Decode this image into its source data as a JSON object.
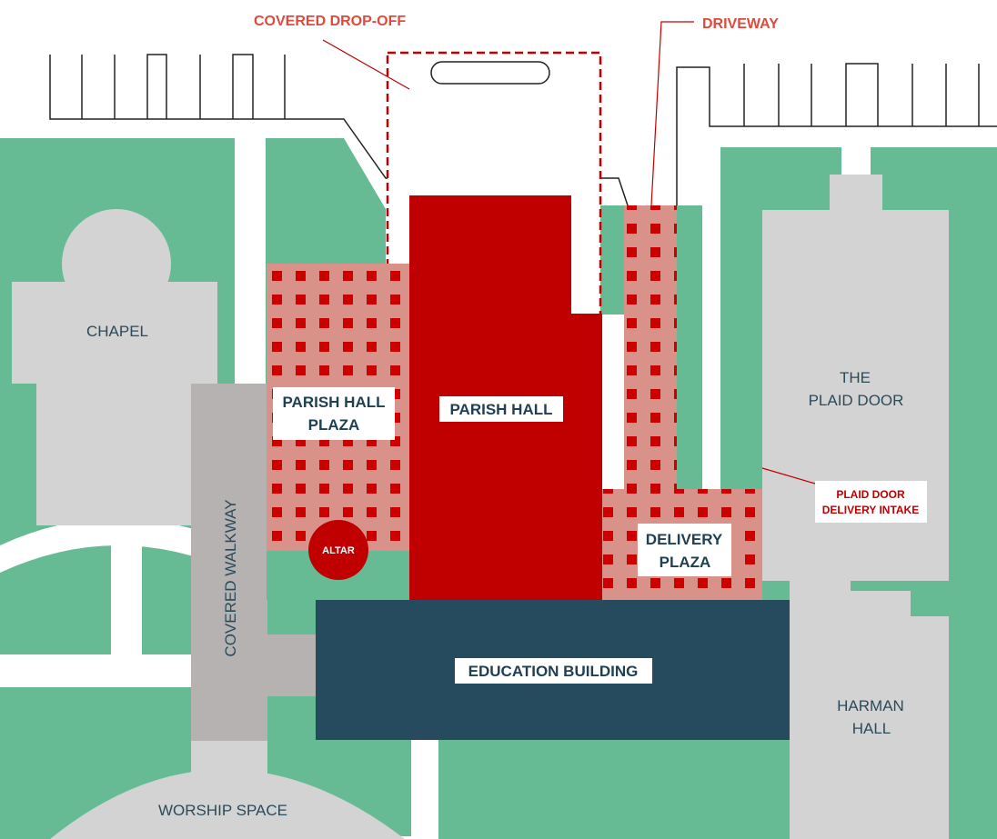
{
  "map": {
    "labels": {
      "covered_dropoff": "COVERED DROP-OFF",
      "driveway": "DRIVEWAY",
      "chapel": "CHAPEL",
      "parish_hall_plaza_1": "PARISH HALL",
      "parish_hall_plaza_2": "PLAZA",
      "parish_hall": "PARISH HALL",
      "plaid_door_1": "THE",
      "plaid_door_2": "PLAID DOOR",
      "delivery_intake_1": "PLAID DOOR",
      "delivery_intake_2": "DELIVERY INTAKE",
      "covered_walkway": "COVERED WALKWAY",
      "altar": "ALTAR",
      "delivery_plaza_1": "DELIVERY",
      "delivery_plaza_2": "PLAZA",
      "education_building": "EDUCATION BUILDING",
      "harman_hall_1": "HARMAN",
      "harman_hall_2": "HALL",
      "worship_space": "WORSHIP SPACE"
    },
    "colors": {
      "lawn": "#66bb95",
      "building_gray": "#d3d3d3",
      "walkway_gray": "#b6b2b1",
      "parish_hall_red": "#c00000",
      "plaza_pink": "#d9928a",
      "plaza_dot": "#cc0000",
      "education_navy": "#264a5e",
      "callout_red": "#e04a3a"
    }
  }
}
